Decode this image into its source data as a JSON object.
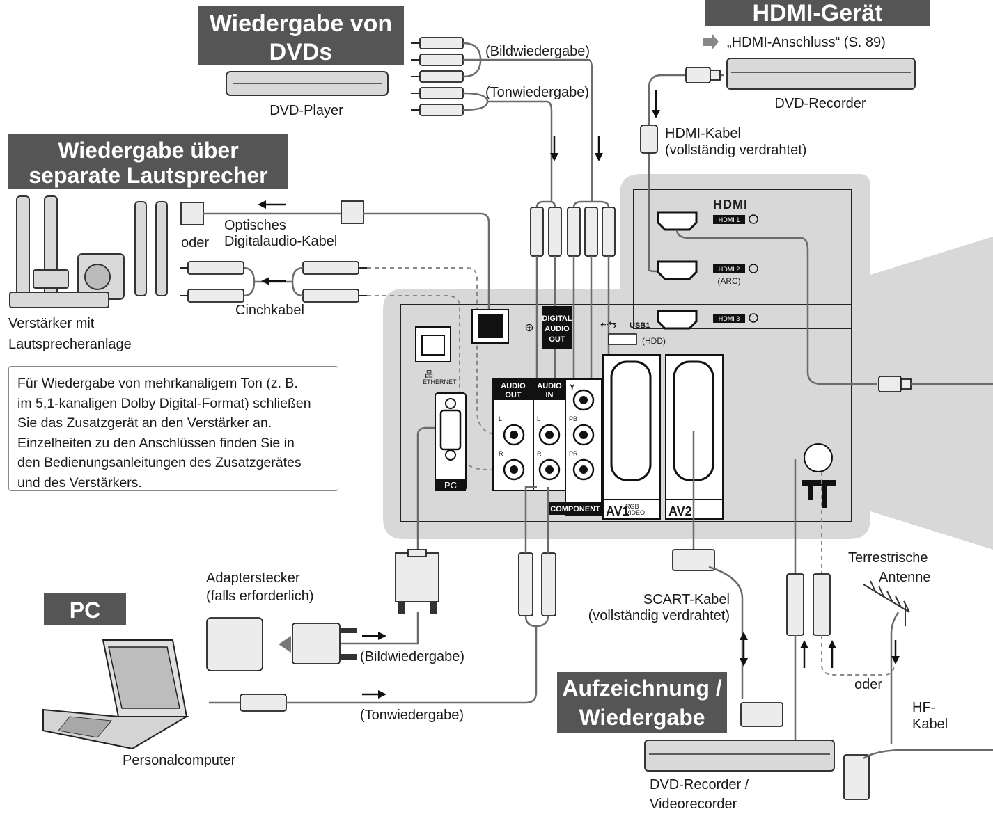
{
  "sections": {
    "dvd_playback": {
      "line1": "Wiedergabe von",
      "line2": "DVDs"
    },
    "hdmi_device": "HDMI-Gerät",
    "speakers": {
      "line1": "Wiedergabe über",
      "line2": "separate Lautsprecher"
    },
    "pc": "PC",
    "recording": {
      "line1": "Aufzeichnung /",
      "line2": "Wiedergabe"
    }
  },
  "labels": {
    "hdmi_ref": "„HDMI-Anschluss“ (S. 89)",
    "dvd_player": "DVD-Player",
    "dvd_recorder": "DVD-Recorder",
    "picture_playback_top": "(Bildwiedergabe)",
    "sound_playback_top": "(Tonwiedergabe)",
    "hdmi_cable_1": "HDMI-Kabel",
    "hdmi_cable_2": "(vollständig verdrahtet)",
    "optical_1": "Optisches",
    "optical_2": "Digitalaudio-Kabel",
    "oder_left": "oder",
    "cinch_cable": "Cinchkabel",
    "amp_1": "Verstärker mit",
    "amp_2": "Lautsprecheranlage",
    "adapter_1": "Adapterstecker",
    "adapter_2": "(falls erforderlich)",
    "picture_playback_pc": "(Bildwiedergabe)",
    "sound_playback_pc": "(Tonwiedergabe)",
    "personal_computer": "Personalcomputer",
    "scart_1": "SCART-Kabel",
    "scart_2": "(vollständig verdrahtet)",
    "terrestrial_1": "Terrestrische",
    "terrestrial_2": "Antenne",
    "oder_right": "oder",
    "rf_1": "HF-",
    "rf_2": "Kabel",
    "recorder_1": "DVD-Recorder /",
    "recorder_2": "Videorecorder"
  },
  "note": {
    "lines": [
      "Für Wiedergabe von mehrkanaligem Ton (z. B.",
      "im 5,1-kanaligen Dolby Digital-Format) schließen",
      "Sie das Zusatzgerät an den Verstärker an.",
      "Einzelheiten zu den Anschlüssen finden Sie in",
      "den Bedienungsanleitungen des Zusatzgerätes",
      "und des Verstärkers."
    ]
  },
  "panel": {
    "hdmi_logo": "HDMI",
    "hdmi1": "HDMI 1",
    "hdmi2": "HDMI 2",
    "arc": "(ARC)",
    "hdmi3": "HDMI 3",
    "usb": "USB1",
    "hdd": "(HDD)",
    "digital": "DIGITAL",
    "audio": "AUDIO",
    "out": "OUT",
    "audio_out_1": "AUDIO",
    "audio_out_2": "OUT",
    "audio_in_1": "AUDIO",
    "audio_in_2": "IN",
    "y": "Y",
    "pb": "PB",
    "pr": "PR",
    "l": "L",
    "r": "R",
    "ethernet": "ETHERNET",
    "pc": "PC",
    "component": "COMPONENT",
    "av1": "AV1",
    "av2": "AV2",
    "rgb": "RGB",
    "video": "VIDEO"
  }
}
